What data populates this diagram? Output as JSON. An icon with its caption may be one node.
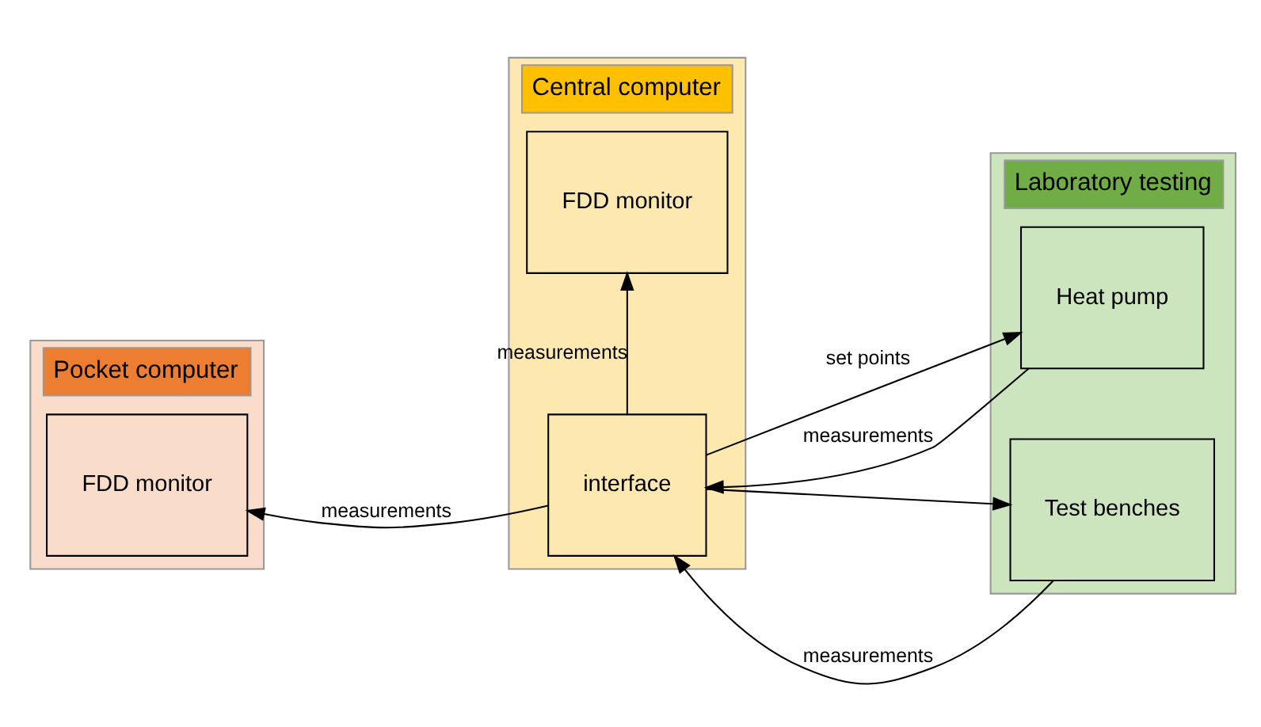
{
  "diagram": {
    "nodes": [
      {
        "text": [
          "Pocket computer"
        ]
      },
      {
        "text": [
          "FDD monitor"
        ],
        "in": 0
      },
      {
        "text": [
          "Central computer"
        ]
      },
      {
        "text": [
          "FDD monitor"
        ],
        "in": 2
      },
      {
        "text": [
          "interface"
        ],
        "in": 2
      },
      {
        "text": [
          "Laboratory testing"
        ]
      },
      {
        "text": [
          "Heat pump"
        ],
        "in": 5
      },
      {
        "text": [
          "Test benches"
        ],
        "in": 5
      }
    ],
    "edges": [
      {
        "from": 4,
        "to": 3,
        "arrow": "to",
        "label": "measurements"
      },
      {
        "from": 4,
        "to": 1,
        "arrow": "to",
        "label": "measurements"
      },
      {
        "from": 6,
        "to": 4,
        "arrow": "to",
        "label": "measurements"
      },
      {
        "from": 4,
        "to": 6,
        "arrow": "to",
        "label": "set points"
      },
      {
        "from": 4,
        "to": 7,
        "arrow": "to"
      },
      {
        "from": 7,
        "to": 4,
        "arrow": "to",
        "label": "measurements"
      }
    ]
  }
}
